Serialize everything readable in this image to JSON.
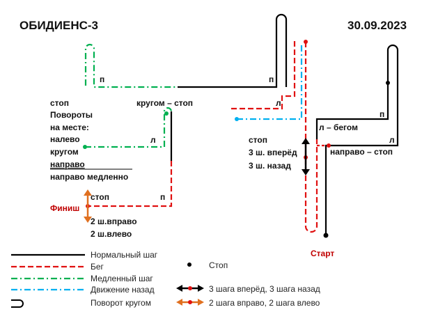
{
  "title": "ОБИДИЕНС-3",
  "date": "30.09.2023",
  "labels": {
    "p1": "п",
    "p2": "п",
    "l1": "л",
    "stop1": "стоп",
    "turns_1": "Повороты",
    "turns_2": "на месте:",
    "nalevo": "налево",
    "krugom": "кругом",
    "napravo": "направо",
    "napravo_medl": "направо медленно",
    "krugom_stop": "кругом – стоп",
    "l2": "л",
    "stop2": "стоп",
    "p3": "п",
    "finish": "Финиш",
    "v_right": "2 ш.вправо",
    "v_left": "2 ш.влево",
    "l3": "л",
    "stop3": "стоп",
    "fwd3": "3 ш. вперёд",
    "back3": "3 ш. назад",
    "l_begom": "л – бегом",
    "p4": "п",
    "l4": "л",
    "napravo_stop": "направо – стоп",
    "start": "Старт"
  },
  "legend": {
    "normal": "Нормальный шаг",
    "run": "Бег",
    "slow": "Медленный шаг",
    "back": "Движение назад",
    "turn": "Поворот кругом",
    "stop": "Стоп",
    "fwd_back": "3 шага вперёд, 3 шага назад",
    "side": "2 шага вправо, 2 шага влево"
  },
  "colors": {
    "normal": "#000000",
    "run": "#e01010",
    "slow": "#00b050",
    "back": "#00b0f0",
    "orange": "#e07020",
    "finish": "#c00000"
  }
}
